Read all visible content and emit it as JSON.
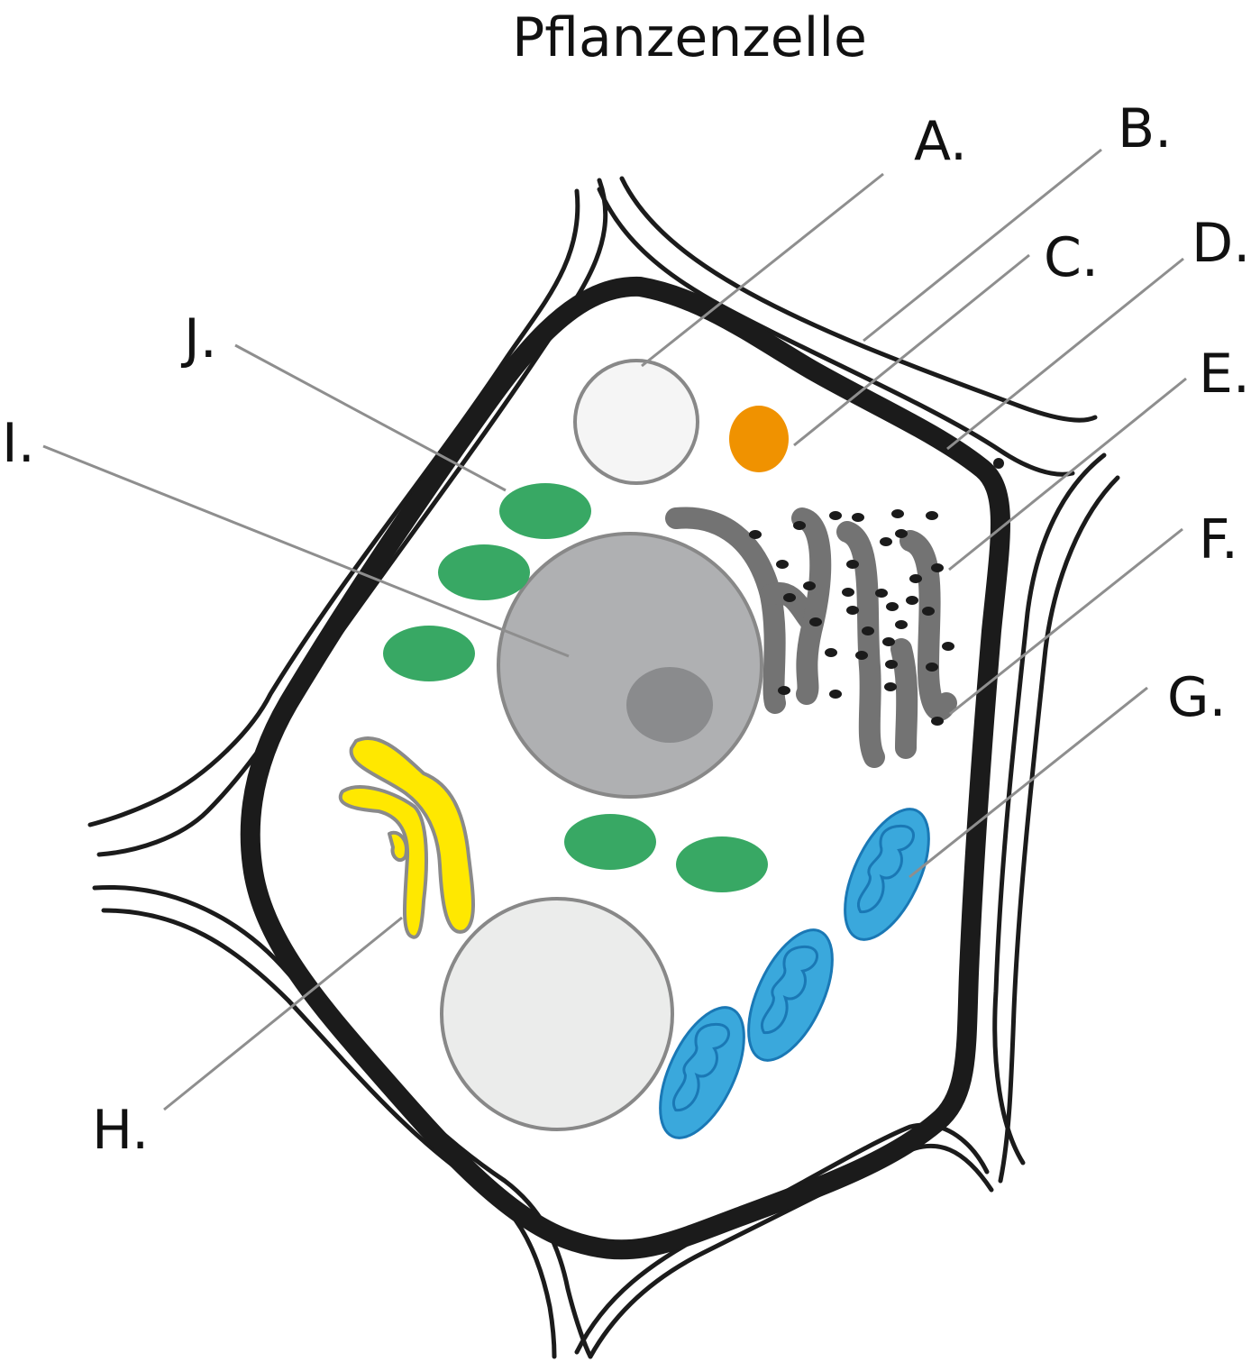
{
  "title": "Pflanzenzelle",
  "labels": {
    "A": "A.",
    "B": "B.",
    "C": "C.",
    "D": "D.",
    "E": "E.",
    "F": "F.",
    "G": "G.",
    "H": "H.",
    "I": "I.",
    "J": "J."
  },
  "colors": {
    "outline": "#1b1b1b",
    "leader": "#8e8e8e",
    "chloroplast": "#38a864",
    "nucleus": "#afb0b2",
    "nucleolus": "#8a8b8d",
    "er": "#737373",
    "golgi": "#ffe800",
    "mitochondrion": "#3aa8dc",
    "vacuole": "#ebeceb",
    "small-vesicle": "#f5f5f5",
    "orange-organelle": "#f09200"
  }
}
